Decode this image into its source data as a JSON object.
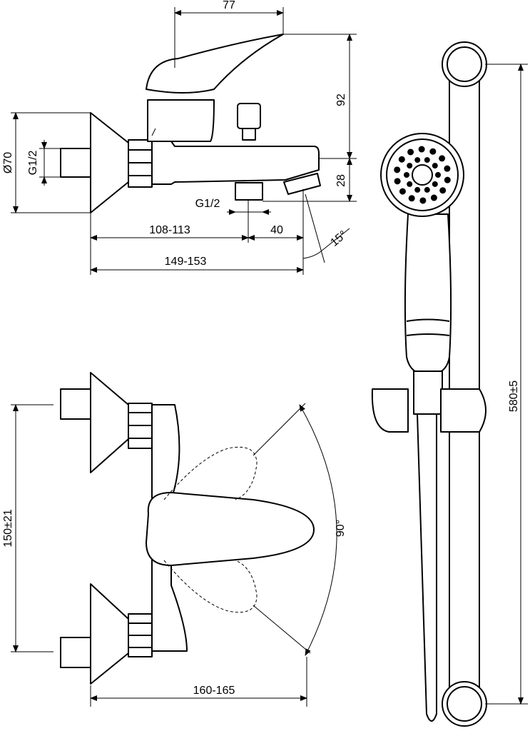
{
  "drawing": {
    "top_view": {
      "dim_handle_offset": "77",
      "dim_height_handle": "92",
      "dim_height_outlet": "28",
      "dim_flange_diameter": "Ø70",
      "dim_inlet_thread": "G1/2",
      "dim_outlet_thread": "G1/2",
      "dim_wall_to_outlet": "108-113",
      "dim_outlet_to_spout": "40",
      "dim_spout_angle": "15°",
      "dim_total_depth": "149-153"
    },
    "front_view": {
      "dim_center_distance": "150±21",
      "dim_lever_rotation": "90°",
      "dim_width": "160-165"
    },
    "shower_rail": {
      "dim_rail_length": "580±5"
    }
  }
}
